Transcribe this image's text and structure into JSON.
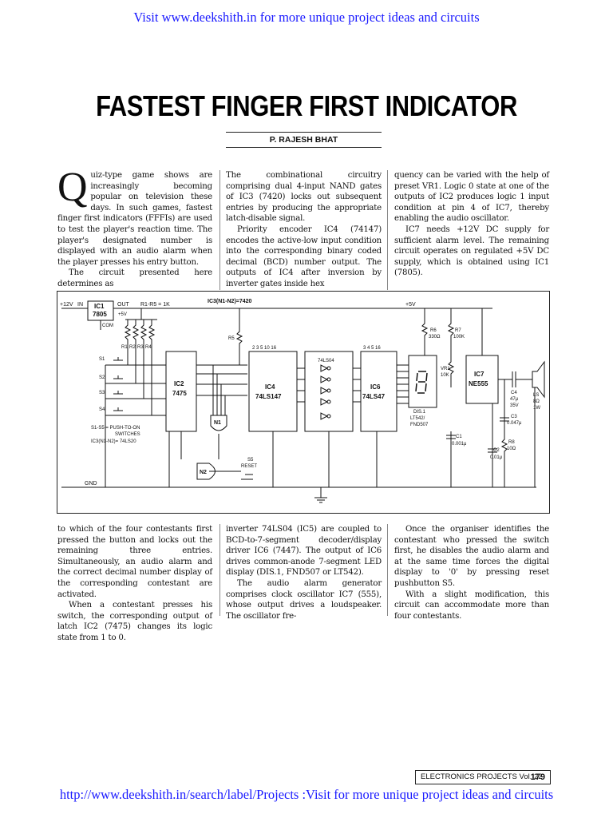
{
  "header": {
    "top_link": "Visit www.deekshith.in for more unique project ideas and circuits",
    "bottom_link": "http://www.deekshith.in/search/label/Projects :Visit for more unique project ideas and circuits"
  },
  "article": {
    "title": "FASTEST FINGER FIRST INDICATOR",
    "author": "P. RAJESH BHAT",
    "col1_dropcap": "Q",
    "col1_p1": "uiz-type game shows are increasingly becoming popular on television these days. In such games, fastest finger first indicators (FFFIs) are used to test the player's reaction time. The player's designated number is displayed with an audio alarm when the player presses his entry button.",
    "col1_p2": "The circuit presented here determines as",
    "col2_p1": "The combinational circuitry comprising dual 4-input NAND gates of IC3 (7420) locks out subsequent entries by producing the appropriate latch-disable signal.",
    "col2_p2": "Priority encoder IC4 (74147) encodes the active-low input condition into the corresponding binary coded decimal (BCD) number output. The outputs of IC4 after inversion by inverter gates inside hex",
    "col3_p1": "quency can be varied with the help of preset VR1. Logic 0 state at one of the outputs of IC2 produces logic 1 input condition at pin 4 of IC7, thereby enabling the audio oscillator.",
    "col3_p2": "IC7 needs +12V DC supply for sufficient alarm level. The remaining circuit operates on regulated +5V DC supply, which is obtained using IC1 (7805).",
    "col4_p1": "to which of the four contestants first pressed the button and locks out the remaining three entries. Simultaneously, an audio alarm and the correct decimal number display of the corresponding contestant are activated.",
    "col4_p2": "When a contestant presses his switch, the corresponding output of latch IC2 (7475) changes its logic state from 1 to 0.",
    "col5_p1": "inverter 74LS04 (IC5) are coupled to BCD-to-7-segment decoder/display driver IC6 (7447). The output of IC6 drives common-anode 7-segment LED display (DIS.1, FND507 or LT542).",
    "col5_p2": "The audio alarm generator comprises clock oscillator IC7 (555), whose output drives a loudspeaker. The oscillator fre-",
    "col6_p1": "Once the organiser identifies the contestant who pressed the switch first, he disables the audio alarm and at the same time forces the digital display to '0' by pressing reset pushbutton S5.",
    "col6_p2": "With a slight modification, this circuit can accommodate more than four contestants."
  },
  "schematic": {
    "v12": "+12V",
    "in": "IN",
    "ic1": "IC1",
    "ic1_part": "7805",
    "out": "OUT",
    "v5a": "+5V",
    "com": "COM",
    "r1r5": "R1-R5 = 1K",
    "ic3_note": "IC3(N1-N2)=7420",
    "v5b": "+5V",
    "r1": "R1",
    "r2": "R2",
    "r3": "R3",
    "r4": "R4",
    "r5": "R5",
    "r6": "R6",
    "r6v": "330Ω",
    "r7": "R7",
    "r7v": "100K",
    "r8": "R8",
    "r8v": "10Ω",
    "ic2": "IC2",
    "ic2_part": "7475",
    "ic4": "IC4",
    "ic4_part": "74LS147",
    "ic5_part": "74LS04",
    "ic6": "IC6",
    "ic6_part": "74LS47",
    "ic7": "IC7",
    "ic7_part": "NE555",
    "s1": "S1",
    "s2": "S2",
    "s3": "S3",
    "s4": "S4",
    "s5": "S5",
    "reset": "RESET",
    "sw_note1": "S1-S5 = PUSH-TO-ON",
    "sw_note2": "SWITCHES",
    "sw_note3": "IC3(N1-N2)= 74LS20",
    "n1": "N1",
    "n2": "N2",
    "gnd": "GND",
    "dis1": "DIS.1",
    "dis_part1": "LT542/",
    "dis_part2": "FND507",
    "vr1": "VR1",
    "vr1v": "10K",
    "c1": "C1",
    "c1v": "0.001μ",
    "c2": "C2",
    "c2v": "0.01μ",
    "c3": "C3",
    "c3v": "0.047μ",
    "c4": "C4",
    "c4v1": "47μ",
    "c4v2": "35V",
    "ls": "LS",
    "lsv1": "8Ω",
    "lsv2": "1W",
    "ic4_pins": "2 3 5 10 16",
    "ic6_pins": "3 4 5 16"
  },
  "footer": {
    "label": "ELECTRONICS PROJECTS Vol. 22",
    "page": "179"
  }
}
